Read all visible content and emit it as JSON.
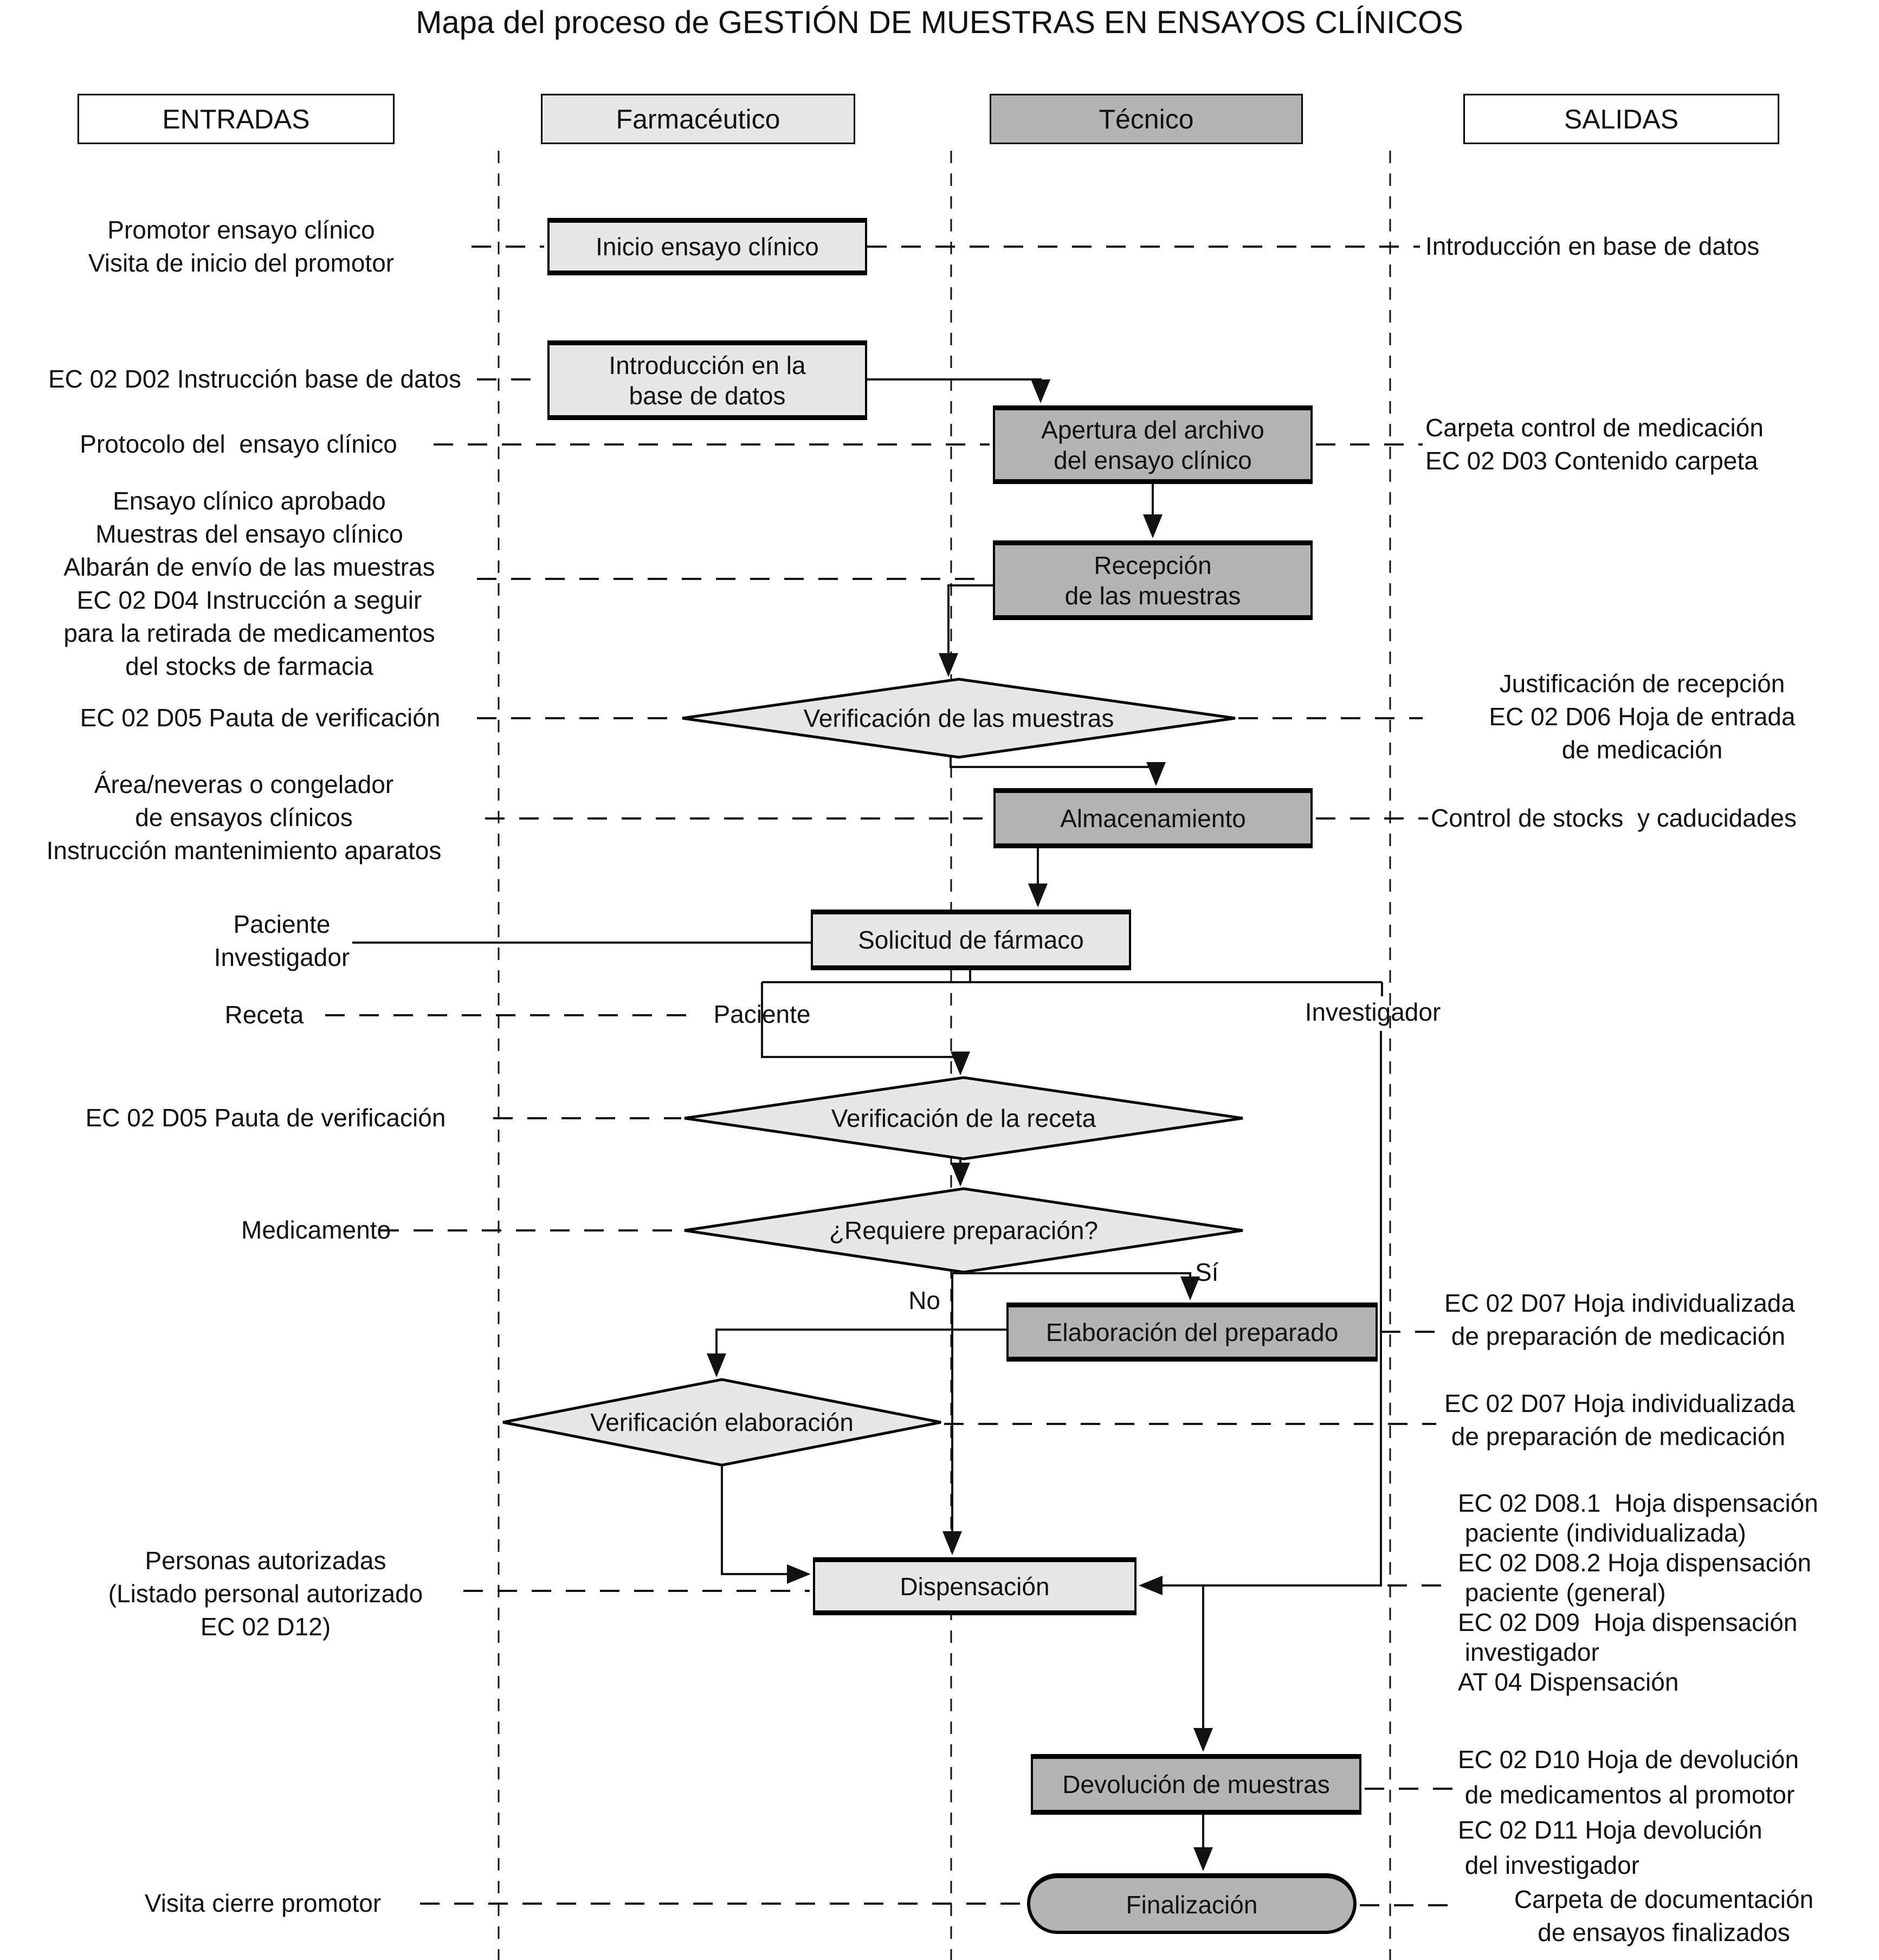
{
  "title": "Mapa del proceso de GESTIÓN DE MUESTRAS EN ENSAYOS CLÍNICOS",
  "lanes": {
    "entradas": "ENTRADAS",
    "farmaceutico": "Farmacéutico",
    "tecnico": "Técnico",
    "salidas": "SALIDAS"
  },
  "nodes": {
    "inicio": "Inicio ensayo clínico",
    "introduccion_bd": "Introducción en la\nbase de datos",
    "apertura": "Apertura del archivo\ndel ensayo clínico",
    "recepcion": "Recepción\nde las muestras",
    "verificacion_muestras": "Verificación de las muestras",
    "almacenamiento": "Almacenamiento",
    "solicitud": "Solicitud de fármaco",
    "verificacion_receta": "Verificación de la receta",
    "requiere_preparacion": "¿Requiere preparación?",
    "elaboracion": "Elaboración del preparado",
    "verificacion_elaboracion": "Verificación elaboración",
    "dispensacion": "Dispensación",
    "devolucion": "Devolución de muestras",
    "finalizacion": "Finalización"
  },
  "inputs": {
    "promotor": "Promotor ensayo clínico\nVisita de inicio del promotor",
    "instruccion_bd": "EC 02 D02 Instrucción base de datos",
    "protocolo": "Protocolo del  ensayo clínico",
    "ensayo_aprobado": "Ensayo clínico aprobado\nMuestras del ensayo clínico\nAlbarán de envío de las muestras\nEC 02 D04 Instrucción a seguir\npara la retirada de medicamentos\ndel stocks de farmacia",
    "pauta_verificacion_1": "EC 02 D05 Pauta de verificación",
    "area_neveras": "Área/neveras o congelador\nde ensayos clínicos\nInstrucción mantenimiento aparatos",
    "paciente_investigador": "Paciente\nInvestigador",
    "receta": "Receta",
    "pauta_verificacion_2": "EC 02 D05 Pauta de verificación",
    "medicamento": "Medicamento",
    "personas_autorizadas": "Personas autorizadas\n(Listado personal autorizado\nEC 02 D12)",
    "visita_cierre": "Visita cierre promotor"
  },
  "outputs": {
    "introduccion_bd": "Introducción en base de datos",
    "carpeta_control": "Carpeta control de medicación\nEC 02 D03 Contenido carpeta",
    "justificacion": "Justificación de recepción\nEC 02 D06 Hoja de entrada\nde medicación",
    "control_stocks": "Control de stocks  y caducidades",
    "hoja_individualizada_1": "EC 02 D07 Hoja individualizada\n de preparación de medicación",
    "hoja_individualizada_2": "EC 02 D07 Hoja individualizada\n de preparación de medicación",
    "hojas_dispensacion": "EC 02 D08.1  Hoja dispensación\n paciente (individualizada)\nEC 02 D08.2 Hoja dispensación\n paciente (general)\nEC 02 D09  Hoja dispensación\n investigador\nAT 04 Dispensación",
    "hojas_devolucion": "EC 02 D10 Hoja de devolución\n de medicamentos al promotor\nEC 02 D11 Hoja devolución\n del investigador",
    "carpeta_documentacion": "Carpeta de documentación\nde ensayos finalizados"
  },
  "edge_labels": {
    "si": "Sí",
    "no": "No",
    "paciente": "Paciente",
    "investigador": "Investigador"
  },
  "colors": {
    "light": "#e7e7e7",
    "dark": "#b4b4b4",
    "line": "#111111",
    "text": "#111111",
    "bg": "#ffffff"
  }
}
